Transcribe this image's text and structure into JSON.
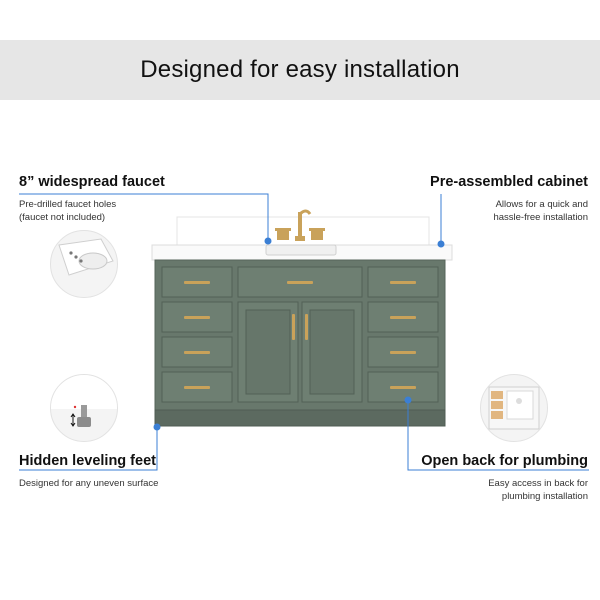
{
  "banner": {
    "title": "Designed for easy installation"
  },
  "features": {
    "faucet": {
      "title": "8” widespread faucet",
      "desc": [
        "Pre-drilled faucet holes",
        "(faucet not included)"
      ],
      "icon": "sink-faucet-holes-icon"
    },
    "cabinet": {
      "title": "Pre-assembled cabinet",
      "desc": [
        "Allows for  a  quick and",
        "hassle-free installation"
      ]
    },
    "feet": {
      "title": "Hidden leveling feet",
      "desc": [
        "Designed for any uneven surface"
      ],
      "icon": "leveling-foot-icon"
    },
    "back": {
      "title": "Open back for plumbing",
      "desc": [
        "Easy access in back for",
        "plumbing installation"
      ],
      "icon": "open-back-cabinet-icon"
    }
  },
  "colors": {
    "banner_bg": "#e6e6e6",
    "cabinet_green": "#68786c",
    "accent_blue": "#3b7fd4",
    "hardware_gold": "#c9a25a"
  }
}
